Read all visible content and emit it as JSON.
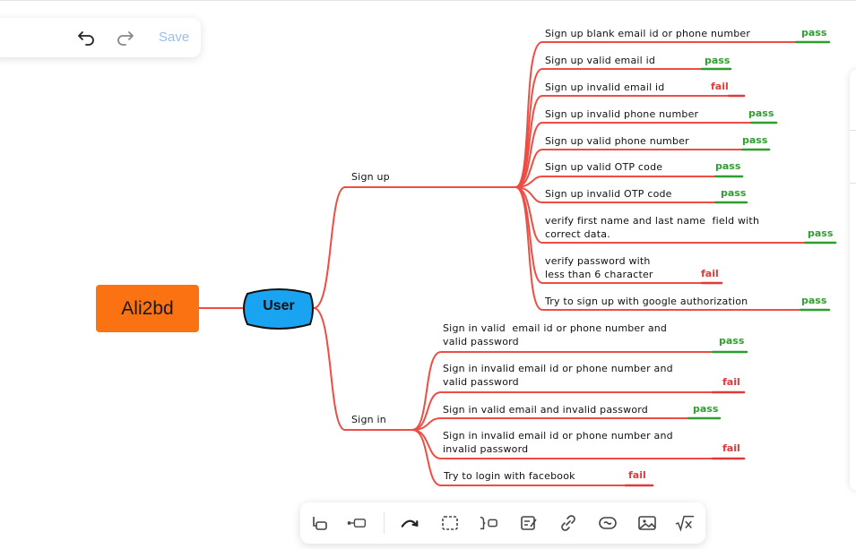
{
  "toolbar": {
    "save_label": "Save",
    "undo_icon": "undo-icon",
    "redo_icon": "redo-icon"
  },
  "mindmap": {
    "root": "Ali2bd",
    "central": "User",
    "branches": [
      {
        "label": "Sign up",
        "items": [
          {
            "text": "Sign up  blank email id or phone number",
            "result": "pass"
          },
          {
            "text": "Sign up valid email id",
            "result": "pass"
          },
          {
            "text": "Sign up invalid email id",
            "result": "fail"
          },
          {
            "text": "Sign up invalid  phone number",
            "result": "pass"
          },
          {
            "text": "Sign up valid  phone number",
            "result": "pass"
          },
          {
            "text": "Sign up  valid OTP code",
            "result": "pass"
          },
          {
            "text": "Sign up invalid OTP code",
            "result": "pass"
          },
          {
            "text": "verify first name and last name  field with\ncorrect data.",
            "result": "pass"
          },
          {
            "text": "verify password with\nless than 6 character",
            "result": "fail"
          },
          {
            "text": "Try to sign up  with google authorization",
            "result": "pass"
          }
        ]
      },
      {
        "label": "Sign in",
        "items": [
          {
            "text": "Sign in valid  email id or phone number and\nvalid password",
            "result": "pass"
          },
          {
            "text": "Sign in invalid email id or phone number and\nvalid password",
            "result": "fail"
          },
          {
            "text": "Sign in valid email and invalid password",
            "result": "pass"
          },
          {
            "text": "Sign in invalid email id or phone number and\ninvalid password",
            "result": "fail"
          },
          {
            "text": "Try to login  with facebook",
            "result": "fail"
          }
        ]
      }
    ]
  },
  "bottom_toolbar": {
    "tools": [
      "subtopic-icon",
      "sibling-topic-icon",
      "relationship-icon",
      "boundary-icon",
      "summary-icon",
      "note-icon",
      "link-icon",
      "label-icon",
      "image-icon",
      "equation-icon"
    ]
  },
  "colors": {
    "branch_line": "#ee4d43",
    "root_fill": "#fa7212",
    "central_fill": "#1aa3f0",
    "pass": "#2e9e2e",
    "fail": "#e03a3a"
  }
}
